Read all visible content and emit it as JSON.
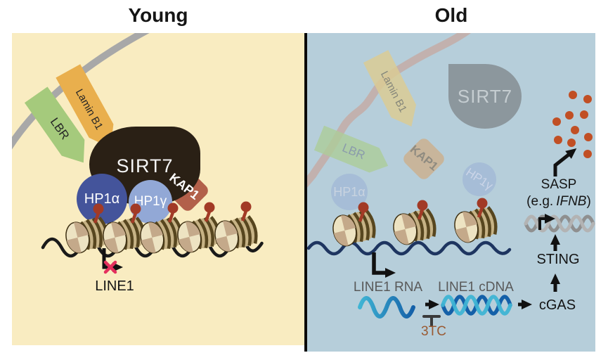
{
  "titles": {
    "young": "Young",
    "old": "Old"
  },
  "young": {
    "lamin_b1": "Lamin B1",
    "lbr": "LBR",
    "sirt7": "SIRT7",
    "kap1": "KAP1",
    "hp1_alpha": "HP1α",
    "hp1_gamma": "HP1γ",
    "line1": "LINE1"
  },
  "old": {
    "lamin_b1": "Lamin B1",
    "lbr": "LBR",
    "sirt7": "SIRT7",
    "kap1": "KAP1",
    "hp1_alpha": "HP1α",
    "hp1_gamma": "HP1γ",
    "line1_rna": "LINE1 RNA",
    "line1_cdna": "LINE1 cDNA",
    "inhibitor_3tc": "3TC",
    "cgas": "cGAS",
    "sting": "STING",
    "sasp": "SASP",
    "sasp_eg_prefix": "(e.g.",
    "sasp_eg_gene": "IFNB",
    "sasp_eg_suffix": ")"
  },
  "colors": {
    "young_bg": "#F9ECC1",
    "old_bg": "#B6CEDA",
    "divider": "#0A0A0A",
    "nuclear_membrane_young": "#A8A8A8",
    "nuclear_membrane_old": "#C3AEA8",
    "sasp_dots": "#C14F24",
    "methylation_mark": "#A23A26",
    "dna_young": "#1A1A1A",
    "dna_old": "#1E3560",
    "rna_teal": "#3FB4D4",
    "rna_blue": "#1460A8",
    "inactive_gene_gray": "#8F8F8F"
  }
}
